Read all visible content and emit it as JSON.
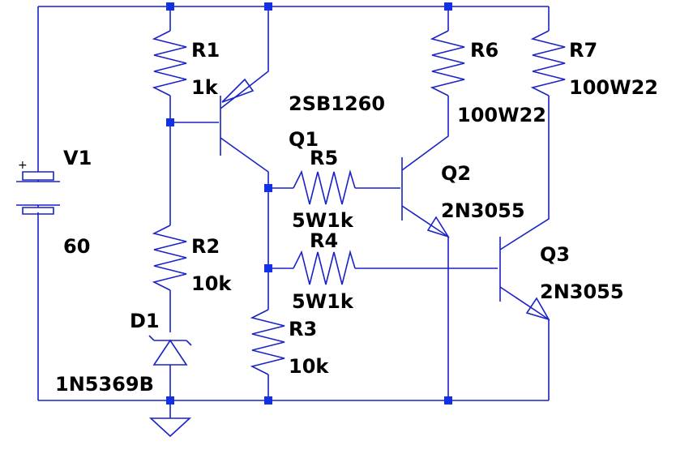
{
  "components": {
    "V1": {
      "name": "V1",
      "value": "60",
      "plus_mark": "+"
    },
    "R1": {
      "name": "R1",
      "value": "1k"
    },
    "R2": {
      "name": "R2",
      "value": "10k"
    },
    "R3": {
      "name": "R3",
      "value": "10k"
    },
    "R4": {
      "name": "R4",
      "value": "5W1k"
    },
    "R5": {
      "name": "R5",
      "value": "5W1k"
    },
    "R6": {
      "name": "R6",
      "value": "100W22"
    },
    "R7": {
      "name": "R7",
      "value": "100W22"
    },
    "Q1": {
      "name": "Q1",
      "value": "2SB1260"
    },
    "Q2": {
      "name": "Q2",
      "value": "2N3055"
    },
    "Q3": {
      "name": "Q3",
      "value": "2N3055"
    },
    "D1": {
      "name": "D1",
      "value": "1N5369B"
    }
  },
  "colors": {
    "wire": "#1a22c8",
    "junction": "#1230e6",
    "label": "#000000",
    "background": "#ffffff"
  }
}
